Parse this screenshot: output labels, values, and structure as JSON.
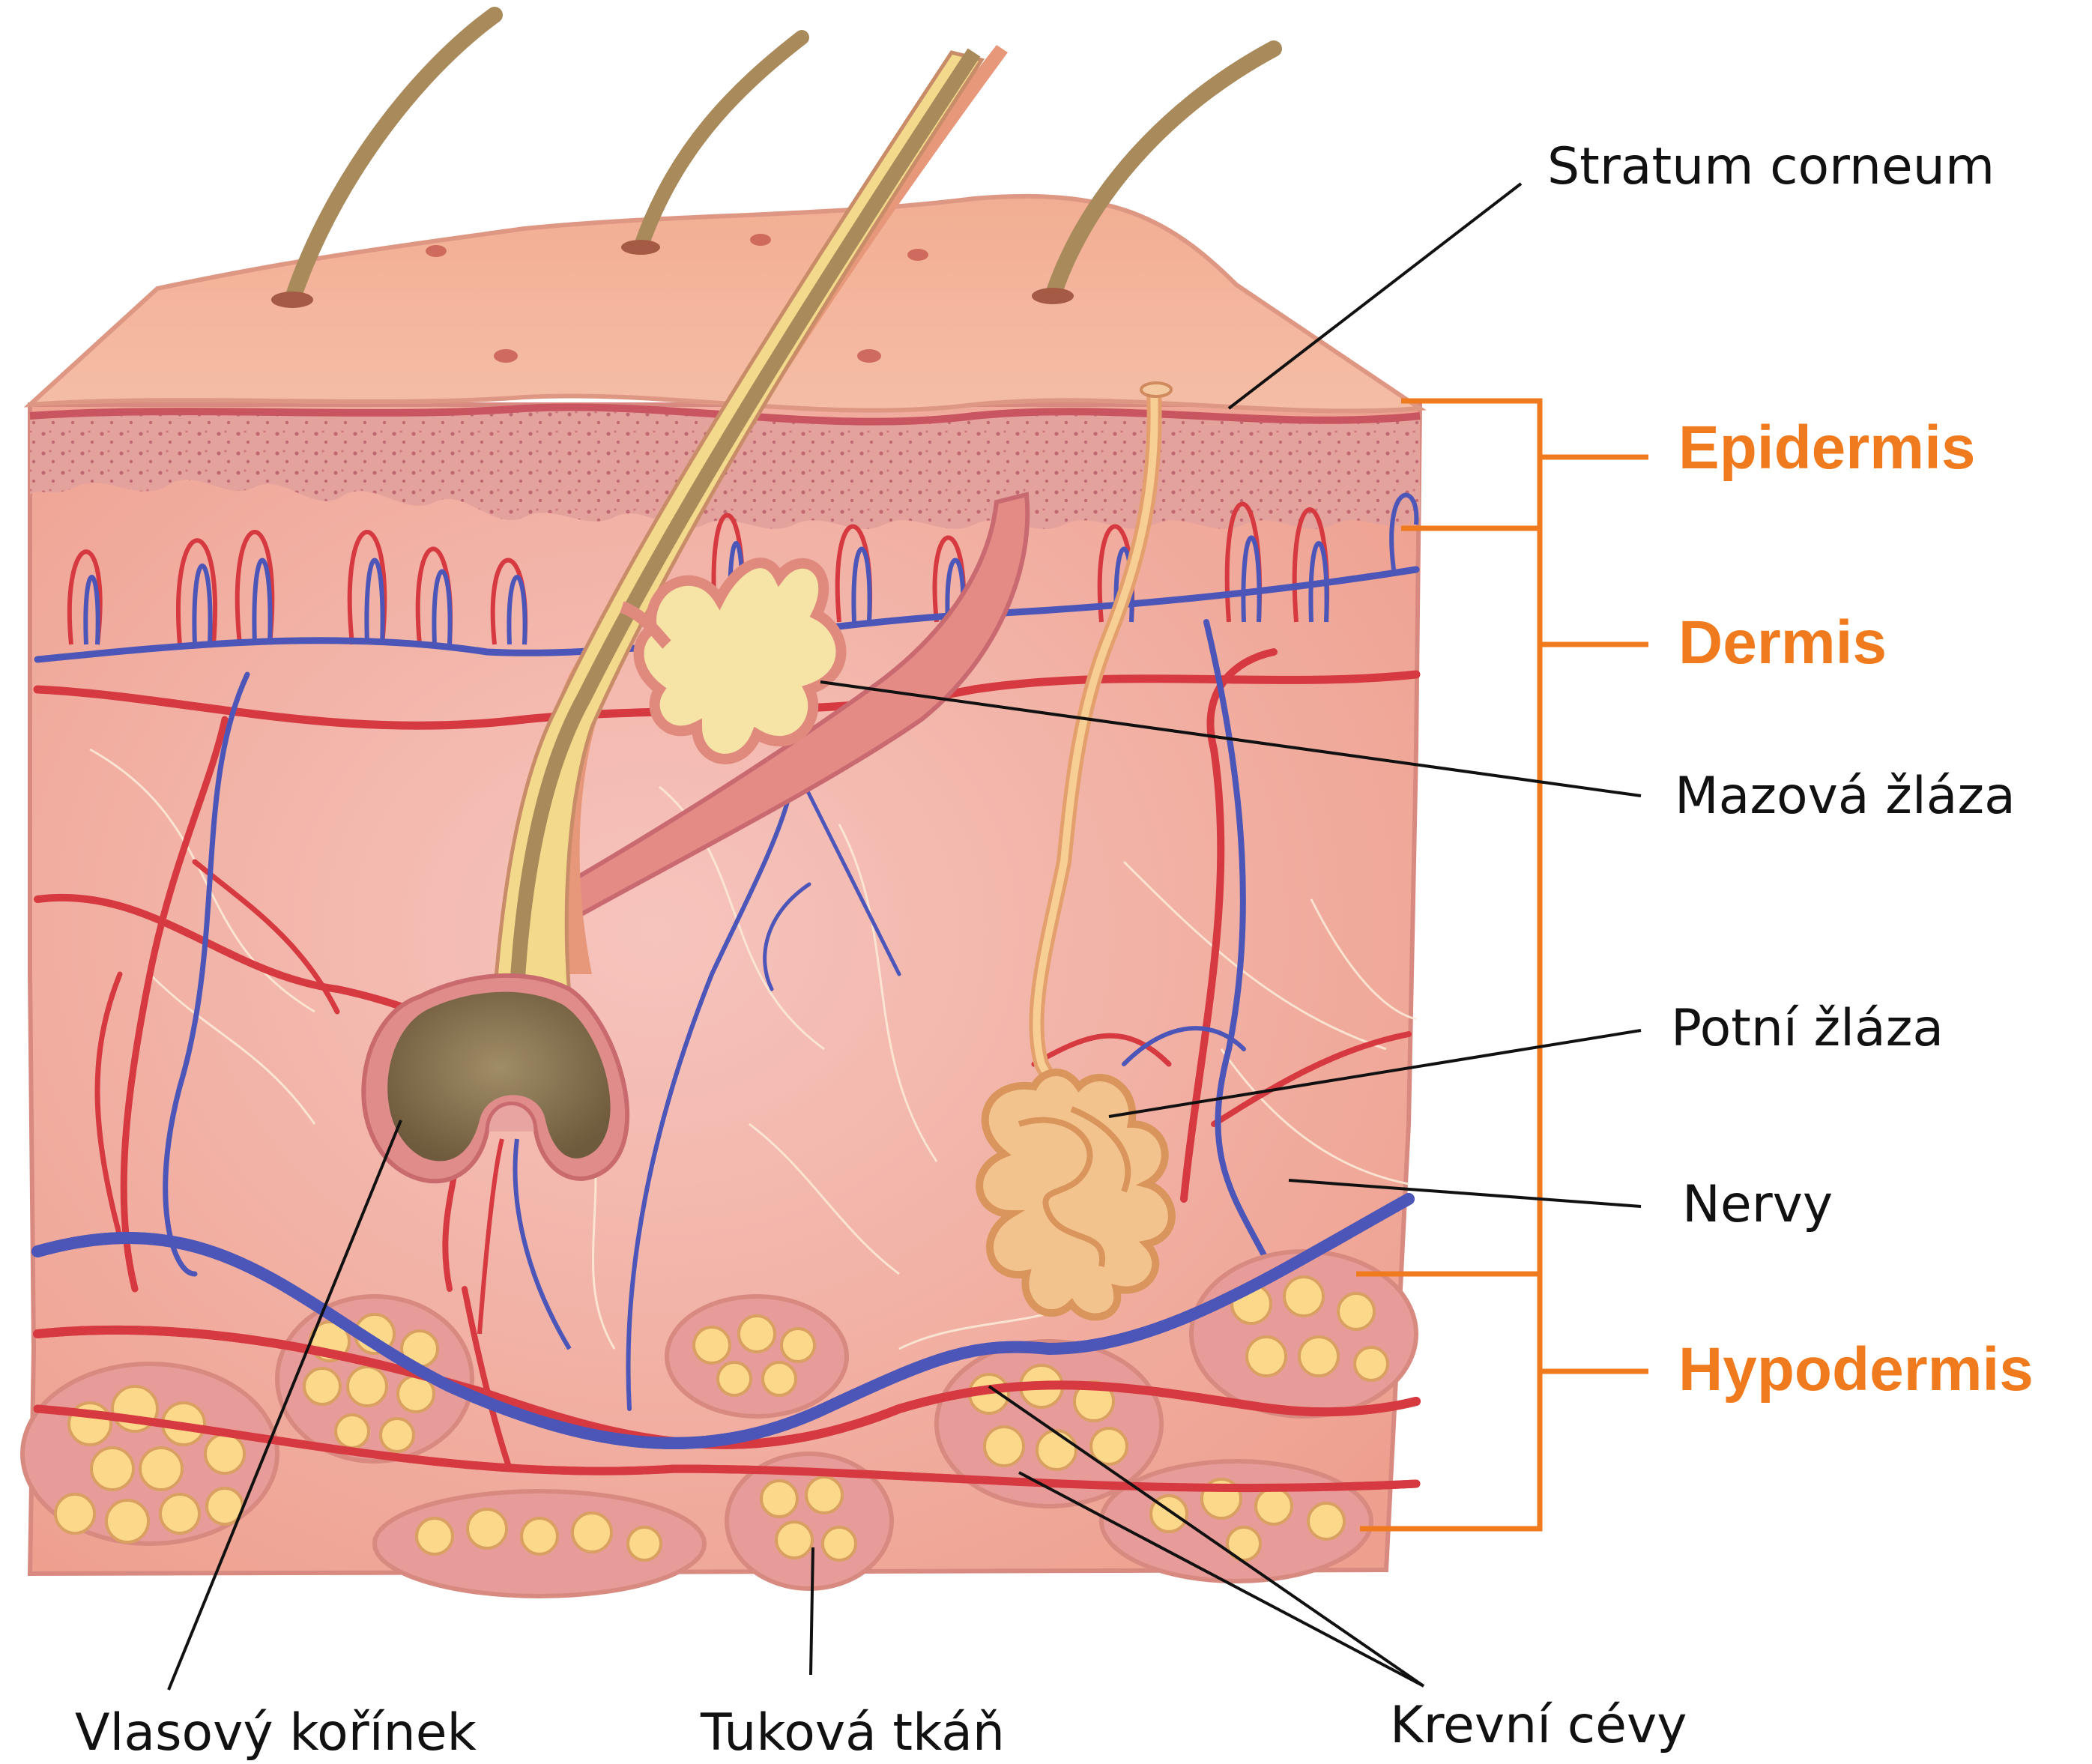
{
  "colors": {
    "layer_accent": "#f07a1e",
    "skin_surface": "#f2b096",
    "epidermis": "#d98888",
    "dermis": "#f2aa9a",
    "artery": "#d63a40",
    "vein": "#4c56b8",
    "fat": "#fcd98a",
    "hair": "#a98a5a",
    "gland": "#f5e4a5",
    "leader_line": "#111111"
  },
  "icons": [
    "hair-icon",
    "sebaceous-gland-icon",
    "sweat-gland-icon",
    "fat-lobule-icon",
    "blood-vessel-icon"
  ],
  "labels": {
    "stratum_corneum": "Stratum corneum",
    "mazova_zlaza": "Mazová žláza",
    "potni_zlaza": "Potní žláza",
    "nervy": "Nervy",
    "vlasovy_korinek": "Vlasový kořínek",
    "tukova_tkan": "Tuková tkáň",
    "krevni_cevy": "Krevní cévy"
  },
  "layers": {
    "epidermis": "Epidermis",
    "dermis": "Dermis",
    "hypodermis": "Hypodermis"
  }
}
